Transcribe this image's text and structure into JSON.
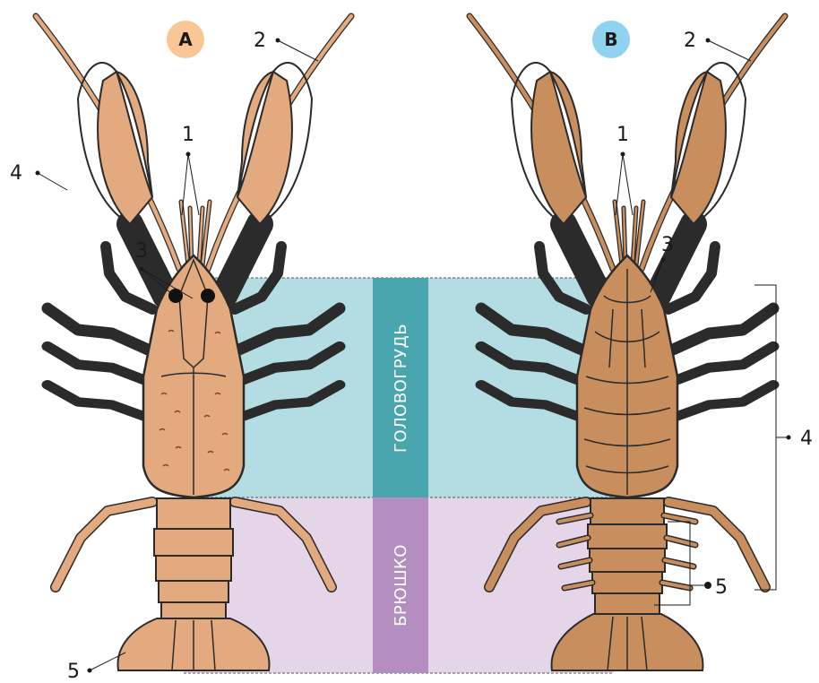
{
  "badges": {
    "a": {
      "label": "A",
      "color": "#f9c795"
    },
    "b": {
      "label": "B",
      "color": "#8fd3f0"
    }
  },
  "sections": {
    "cephalothorax": {
      "label": "ГОЛОВОГРУДЬ",
      "band_color": "#4aa6ae",
      "zone_color": "#b3dde2"
    },
    "abdomen": {
      "label": "БРЮШКО",
      "band_color": "#b48dc1",
      "zone_color": "#e5d5e9"
    }
  },
  "colors": {
    "dorsal_body": "#e2aa7e",
    "ventral_body": "#c98e5e",
    "outline": "#2b2b2b",
    "texture": "#7a4a2a"
  },
  "callouts": {
    "a": {
      "n1": "1",
      "n2": "2",
      "n3": "3",
      "n4": "4",
      "n5": "5"
    },
    "b": {
      "n1": "1",
      "n2": "2",
      "n3": "3",
      "n4": "4",
      "n5": "5"
    }
  }
}
